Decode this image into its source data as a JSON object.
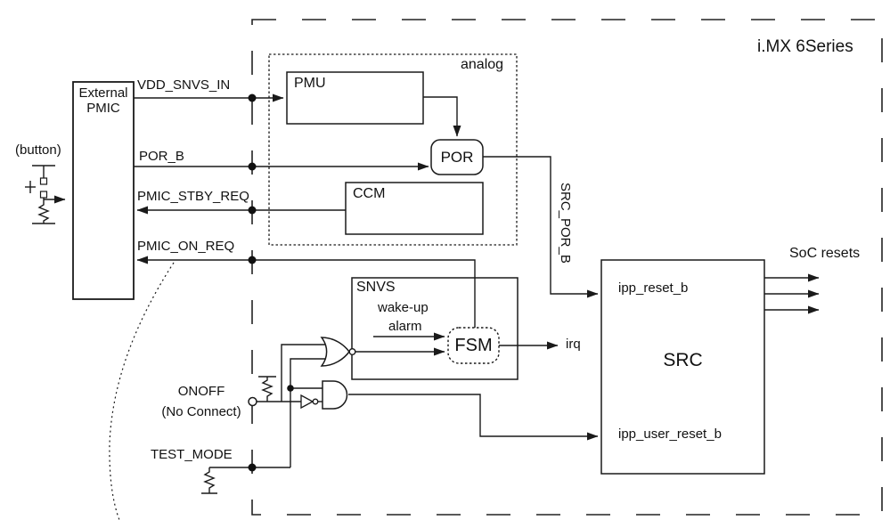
{
  "diagram": {
    "chip_title": "i.MX 6Series",
    "button_label": "(button)",
    "blocks": {
      "external_pmic": [
        "External",
        "PMIC"
      ],
      "analog_region": "analog",
      "pmu": "PMU",
      "por": "POR",
      "ccm": "CCM",
      "snvs": "SNVS",
      "fsm": "FSM",
      "src": "SRC"
    },
    "signals": {
      "vdd_snvs_in": "VDD_SNVS_IN",
      "por_b": "POR_B",
      "pmic_stby_req": "PMIC_STBY_REQ",
      "pmic_on_req": "PMIC_ON_REQ",
      "src_por_b": "SRC_POR_B",
      "irq": "irq",
      "wakeup": "wake-up",
      "alarm": "alarm",
      "onoff": "ONOFF",
      "no_connect": "(No Connect)",
      "test_mode": "TEST_MODE",
      "soc_resets": "SoC resets",
      "ipp_reset_b": "ipp_reset_b",
      "ipp_user_reset_b": "ipp_user_reset_b"
    },
    "colors": {
      "line": "#1a1a1a",
      "background": "#ffffff"
    }
  }
}
